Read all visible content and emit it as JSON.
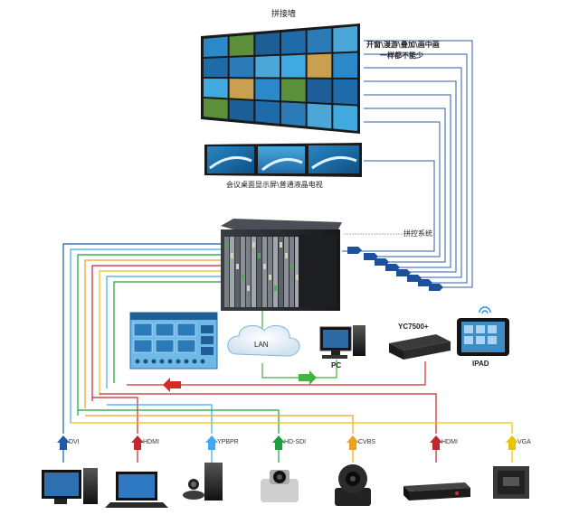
{
  "labels": {
    "video_wall": "拼接墙",
    "wall_note_1": "开窗\\漫游\\叠加\\画中画",
    "wall_note_2": "一样都不能少",
    "desk_display": "会议桌面显示屏\\普通液晶电视",
    "control_system": "拼控系统",
    "lan": "LAN",
    "pc": "PC",
    "yc": "YC7500+",
    "ipad": "IPAD"
  },
  "inputs": [
    {
      "label": "DVI",
      "color": "#1e5aa8"
    },
    {
      "label": "HDMI",
      "color": "#c0282d"
    },
    {
      "label": "YPBPR",
      "color": "#3fa9f5"
    },
    {
      "label": "HD-SDI",
      "color": "#1e9e3c"
    },
    {
      "label": "CVBS",
      "color": "#f0a020"
    },
    {
      "label": "HDMI",
      "color": "#c0282d"
    },
    {
      "label": "VGA",
      "color": "#e8c400"
    }
  ],
  "colors": {
    "output_line": "#2b5ea8",
    "lan_line": "#3fb43f",
    "return_line": "#d42a2a"
  }
}
